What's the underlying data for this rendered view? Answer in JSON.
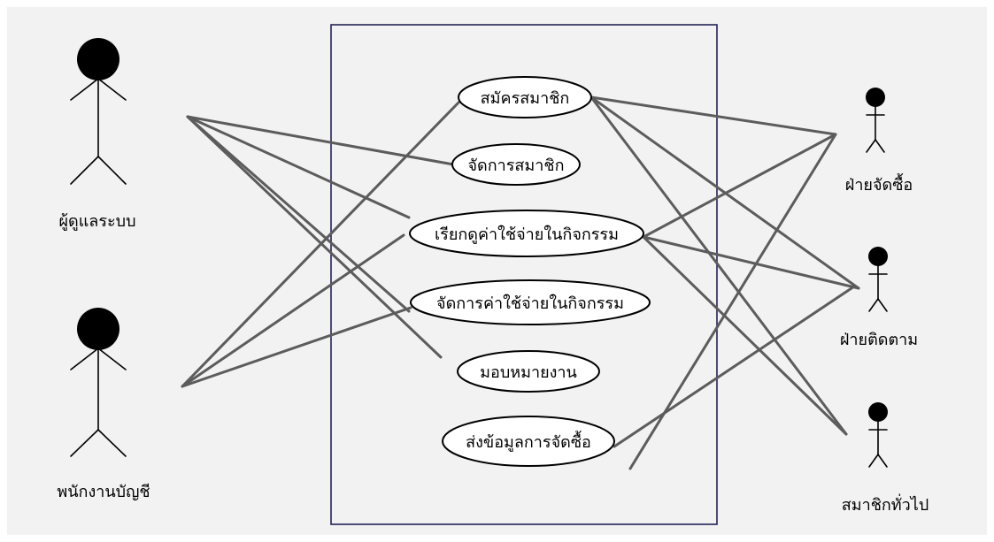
{
  "diagram": {
    "actors": {
      "admin": "ผู้ดูแลระบบ",
      "accountant": "พนักงานบัญชี",
      "purchasing": "ฝ่ายจัดซื้อ",
      "followup": "ฝ่ายติดตาม",
      "member": "สมาชิกทั่วไป"
    },
    "use_cases": {
      "register": "สมัครสมาชิก",
      "manage_members": "จัดการสมาชิก",
      "view_expenses": "เรียกดูค่าใช้จ่ายในกิจกรรม",
      "manage_expenses": "จัดการค่าใช้จ่ายในกิจกรรม",
      "assign_tasks": "มอบหมายงาน",
      "send_purchase": "ส่งข้อมูลการจัดซื้อ"
    },
    "colors": {
      "background": "#f2f2f2",
      "boundary": "#232357",
      "association_line": "#5c5c5c",
      "actor": "#000000"
    }
  }
}
